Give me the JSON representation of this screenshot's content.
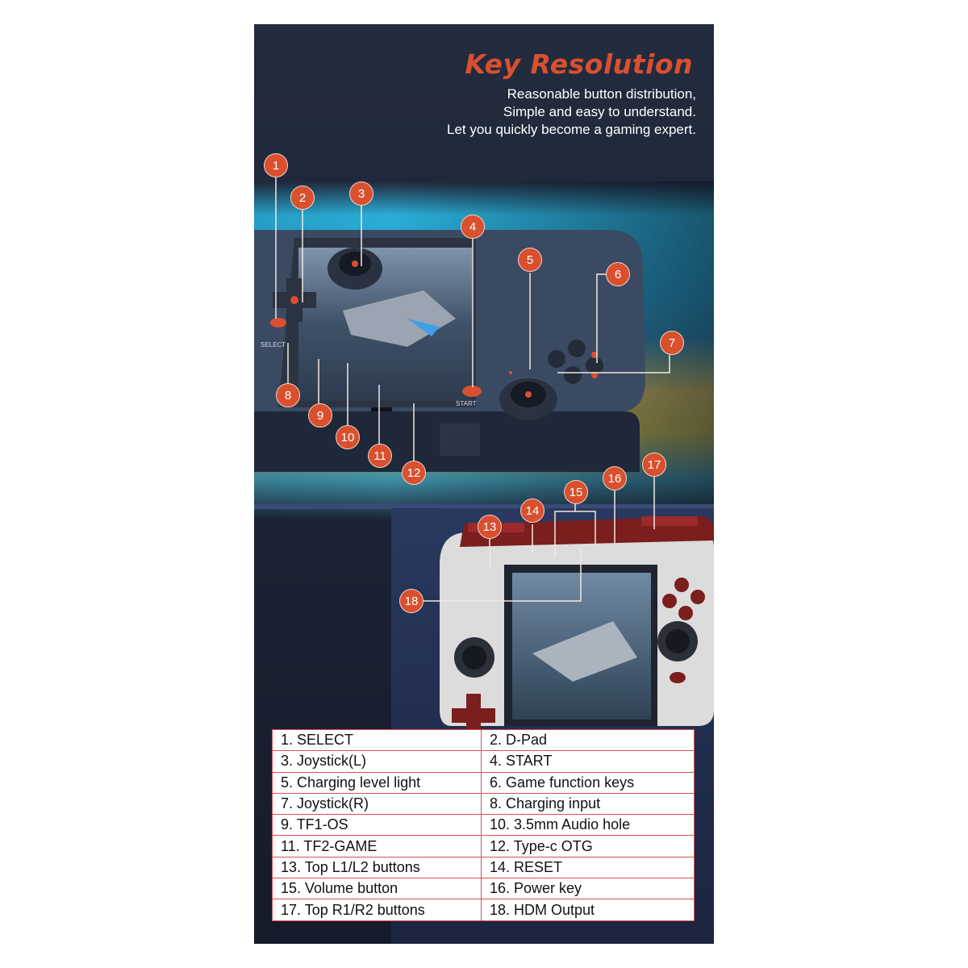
{
  "header": {
    "title": "Key Resolution",
    "tagline": [
      "Reasonable button distribution,",
      "Simple and easy to understand.",
      "Let you quickly become a gaming expert."
    ]
  },
  "device_labels": {
    "select": "SELECT",
    "start": "START"
  },
  "callouts": [
    "1",
    "2",
    "3",
    "4",
    "5",
    "6",
    "7",
    "8",
    "9",
    "10",
    "11",
    "12",
    "13",
    "14",
    "15",
    "16",
    "17",
    "18"
  ],
  "key_table": {
    "rows": [
      [
        "1. SELECT",
        "2. D-Pad"
      ],
      [
        "3. Joystick(L)",
        "4. START"
      ],
      [
        "5. Charging level light",
        "6. Game function keys"
      ],
      [
        "7. Joystick(R)",
        "8. Charging input"
      ],
      [
        "9. TF1-OS",
        "10. 3.5mm Audio hole"
      ],
      [
        "11. TF2-GAME",
        "12. Type-c OTG"
      ],
      [
        "13. Top L1/L2 buttons",
        "14. RESET"
      ],
      [
        "15. Volume button",
        "16. Power key"
      ],
      [
        "17. Top R1/R2 buttons",
        "18. HDM Output"
      ]
    ]
  },
  "colors": {
    "accent": "#d9502f",
    "table_border": "#d9504f",
    "panel_bg": "#1c2436"
  }
}
